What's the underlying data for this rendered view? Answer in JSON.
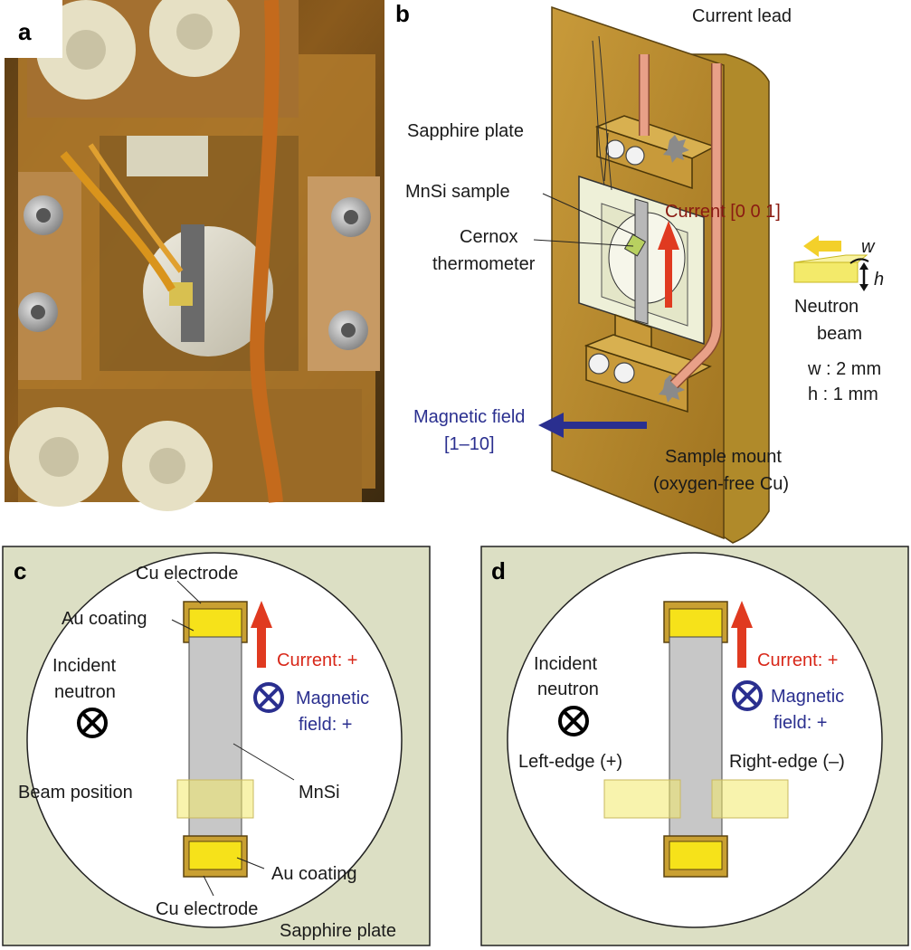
{
  "panels": {
    "a": {
      "letter": "a"
    },
    "b": {
      "letter": "b",
      "current_lead": "Current lead",
      "sapphire_plate": "Sapphire plate",
      "mnsi_sample": "MnSi sample",
      "cernox_line1": "Cernox",
      "cernox_line2": "thermometer",
      "current_dir": "Current [0 0 1]",
      "w_symbol": "w",
      "h_symbol": "h",
      "neutron_line1": "Neutron",
      "neutron_line2": "beam",
      "w_value": "w : 2 mm",
      "h_value": "h : 1 mm",
      "magfield_line1": "Magnetic field",
      "magfield_line2": "[1–10]",
      "mount_line1": "Sample mount",
      "mount_line2": "(oxygen-free Cu)"
    },
    "c": {
      "letter": "c",
      "cu_electrode_top": "Cu electrode",
      "au_coating_top": "Au coating",
      "incident_line1": "Incident",
      "incident_line2": "neutron",
      "current": "Current: +",
      "magnetic_line1": "Magnetic",
      "magnetic_line2": "field: +",
      "mnsi": "MnSi",
      "beam_position": "Beam position",
      "au_coating_bottom": "Au coating",
      "cu_electrode_bottom": "Cu electrode",
      "sapphire_plate": "Sapphire plate"
    },
    "d": {
      "letter": "d",
      "incident_line1": "Incident",
      "incident_line2": "neutron",
      "current": "Current: +",
      "magnetic_line1": "Magnetic",
      "magnetic_line2": "field: +",
      "left_edge": "Left-edge (+)",
      "right_edge": "Right-edge (–)"
    }
  },
  "colors": {
    "sapphire_bg": "#dcdfc4",
    "copper_block": "#c9a032",
    "copper_dark": "#7a5a10",
    "gold_coating": "#f6e21a",
    "mnsi_gray": "#c7c7c7",
    "beam_yellow": "#f3ea9a",
    "current_red": "#e03a20",
    "field_blue": "#2a2f8f",
    "lead_pink": "#e8a088"
  }
}
